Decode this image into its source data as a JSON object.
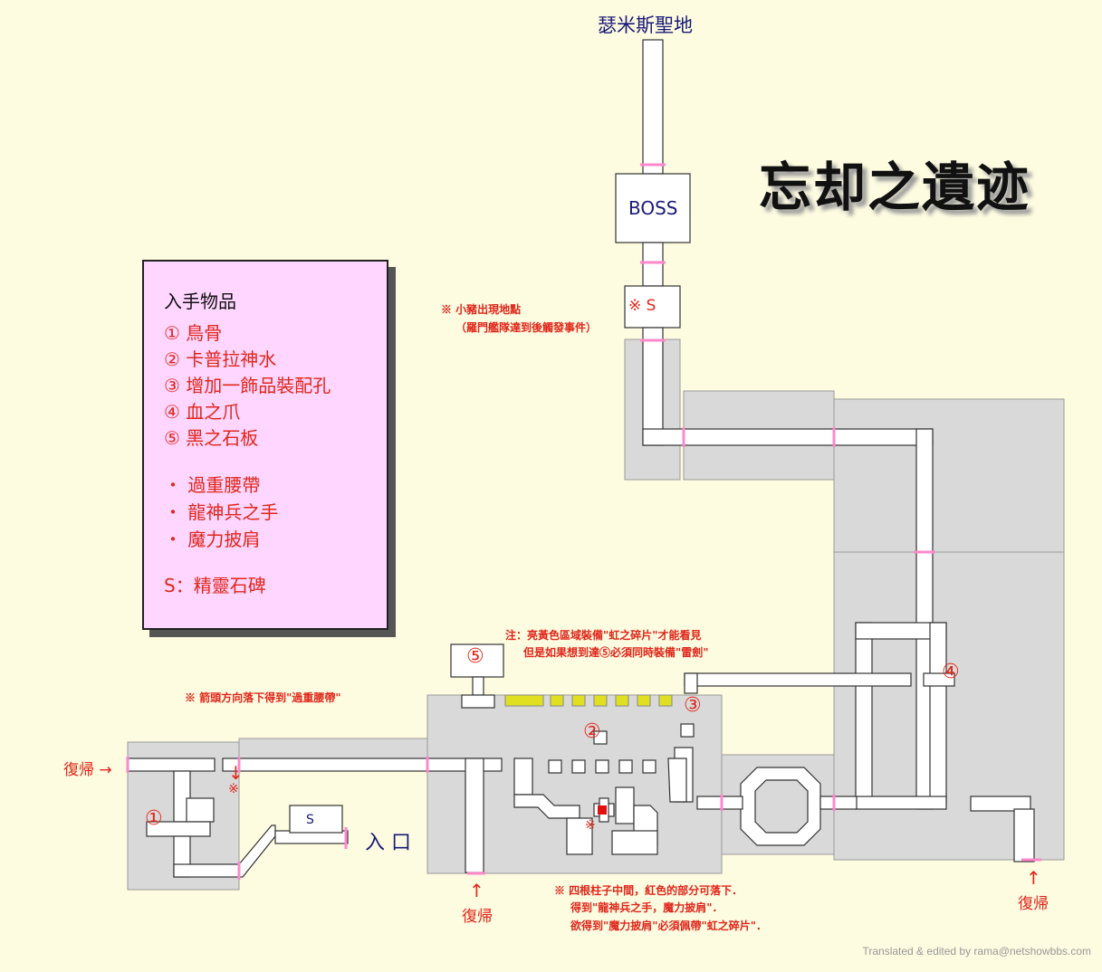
{
  "title": "忘却之遺迹",
  "destination_top": "瑟米斯聖地",
  "boss_label": "BOSS",
  "legend": {
    "heading": "入手物品",
    "items": [
      {
        "num": "①",
        "name": "鳥骨"
      },
      {
        "num": "②",
        "name": "卡普拉神水"
      },
      {
        "num": "③",
        "name": "增加一飾品裝配孔"
      },
      {
        "num": "④",
        "name": "血之爪"
      },
      {
        "num": "⑤",
        "name": "黑之石板"
      }
    ],
    "misc": [
      "・ 過重腰帶",
      "・ 龍神兵之手",
      "・ 魔力披肩"
    ],
    "s_note": "S：精靈石碑"
  },
  "map_labels": {
    "s_mark": "※ S",
    "s_plain": "S",
    "entrance": "入 口",
    "return": "復帰",
    "return_arrow_right": "復帰 →",
    "arrow_up": "↑",
    "arrow_down": "↓",
    "note_mark": "※",
    "marker_1": "①",
    "marker_2": "②",
    "marker_3": "③",
    "marker_4": "④",
    "marker_5": "⑤"
  },
  "notes": {
    "pig_1": "※ 小豬出現地點",
    "pig_2": "（羅門艦隊達到後觸發事件）",
    "yellow_1": "注：亮黃色區域裝備\"虹之碎片\"才能看見",
    "yellow_2": "但是如果想到達⑤必須同時裝備\"雷劍\"",
    "arrow_note": "※ 箭頭方向落下得到\"過重腰帶\"",
    "pillar_1": "※ 四根柱子中間，紅色的部分可落下．",
    "pillar_2": "得到\"龍神兵之手，魔力披肩\"．",
    "pillar_3": "欲得到\"魔力披肩\"必須佩帶\"虹之碎片\"．"
  },
  "credit": "Translated & edited by rama@netshowbbs.com",
  "colors": {
    "background": "#fdfbe0",
    "area": "#d9d9d9",
    "path": "#ffffff",
    "door": "#ff88cc",
    "hidden": "#e0e020",
    "legend_bg": "#ffd6ff",
    "red_text": "#e0261a",
    "blue_text": "#1a1a7a"
  }
}
